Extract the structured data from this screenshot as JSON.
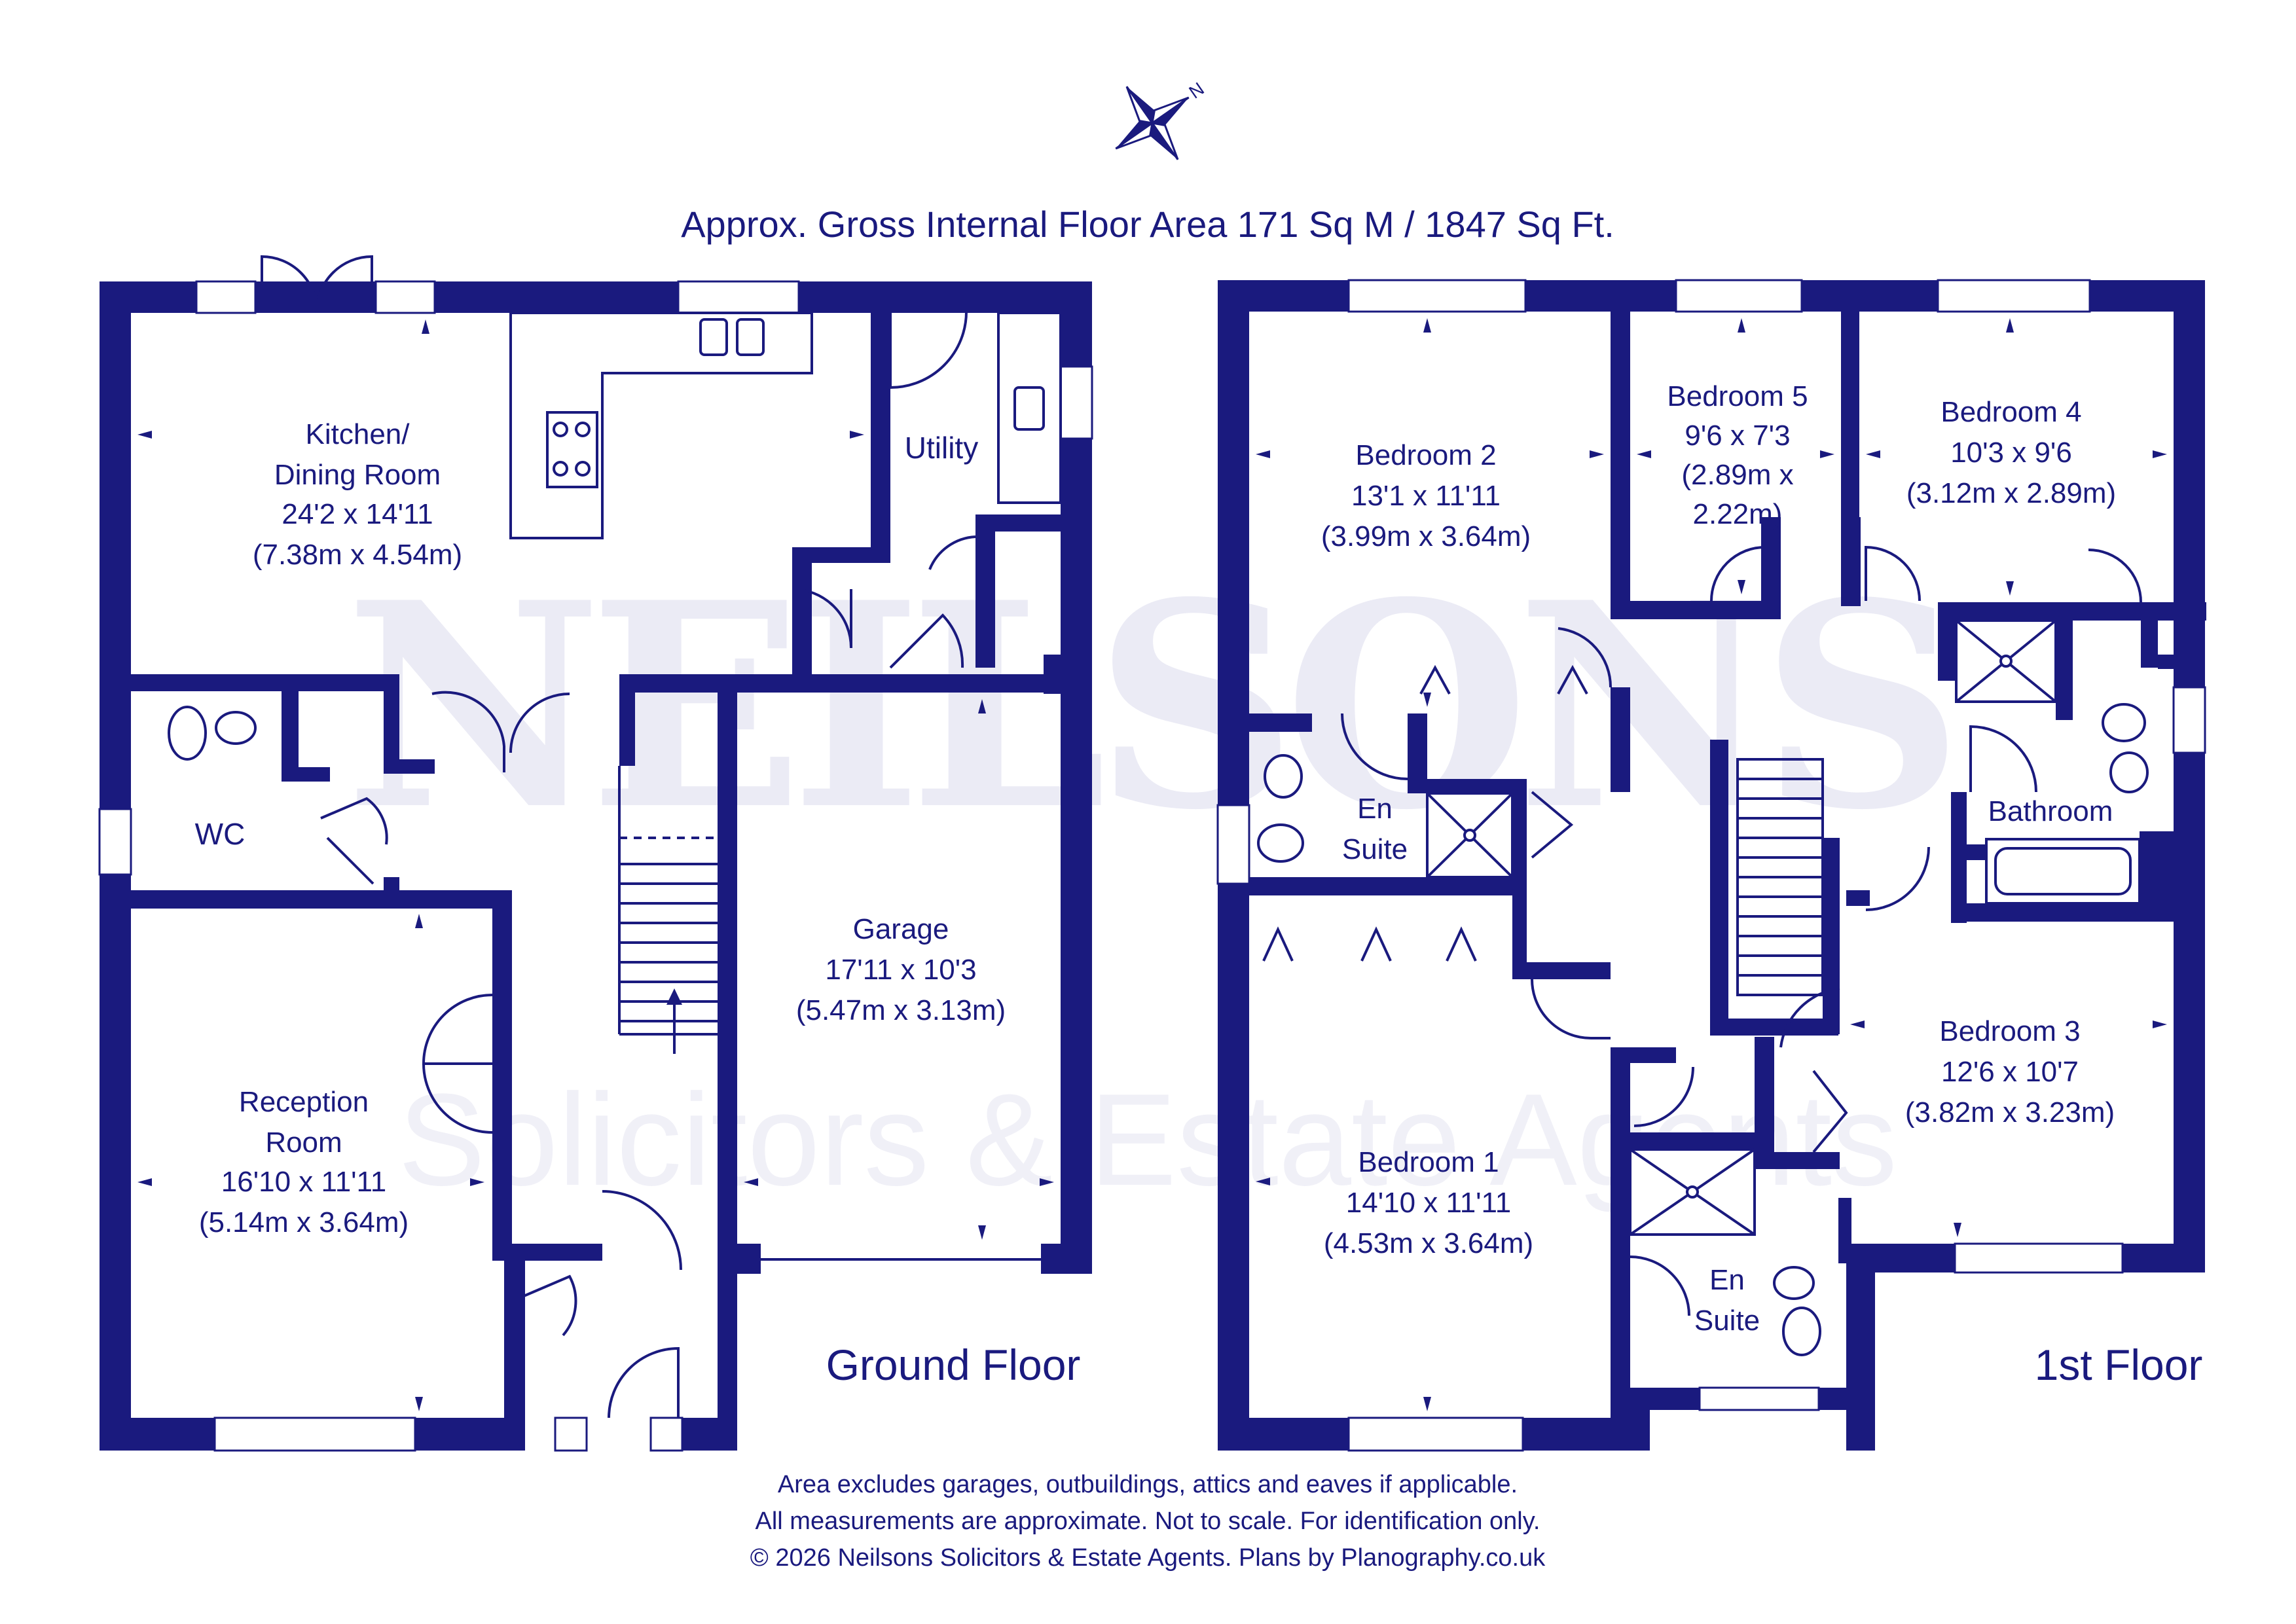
{
  "header": {
    "area_title": "Approx. Gross Internal Floor Area 171 Sq M / 1847 Sq Ft."
  },
  "compass": {
    "north_label": "N",
    "icon": "compass-rose-icon"
  },
  "watermark": {
    "brand": "NEILSONS",
    "tagline": "Solicitors & Estate Agents"
  },
  "ground_floor": {
    "label": "Ground Floor",
    "kitchen": {
      "name1": "Kitchen/",
      "name2": "Dining Room",
      "imperial": "24'2 x 14'11",
      "metric": "(7.38m x 4.54m)"
    },
    "utility": {
      "name": "Utility"
    },
    "wc": {
      "name": "WC"
    },
    "garage": {
      "name": "Garage",
      "imperial": "17'11 x 10'3",
      "metric": "(5.47m x 3.13m)"
    },
    "reception": {
      "name1": "Reception",
      "name2": "Room",
      "imperial": "16'10 x 11'11",
      "metric": "(5.14m x 3.64m)"
    }
  },
  "first_floor": {
    "label": "1st Floor",
    "bedroom2": {
      "name": "Bedroom 2",
      "imperial": "13'1 x 11'11",
      "metric": "(3.99m x 3.64m)"
    },
    "bedroom5": {
      "name": "Bedroom 5",
      "imperial": "9'6 x 7'3",
      "metric1": "(2.89m x",
      "metric2": "2.22m)"
    },
    "bedroom4": {
      "name": "Bedroom 4",
      "imperial": "10'3 x 9'6",
      "metric": "(3.12m x 2.89m)"
    },
    "ensuite_upper": {
      "name1": "En",
      "name2": "Suite"
    },
    "bathroom": {
      "name": "Bathroom"
    },
    "bedroom1": {
      "name": "Bedroom 1",
      "imperial": "14'10 x 11'11",
      "metric": "(4.53m x 3.64m)"
    },
    "bedroom3": {
      "name": "Bedroom 3",
      "imperial": "12'6 x 10'7",
      "metric": "(3.82m x 3.23m)"
    },
    "ensuite_lower": {
      "name1": "En",
      "name2": "Suite"
    }
  },
  "footer": {
    "line1": "Area excludes garages, outbuildings, attics and eaves if applicable.",
    "line2": "All measurements are approximate. Not to scale. For identification only.",
    "line3": "© 2026 Neilsons Solicitors & Estate Agents. Plans by Planography.co.uk"
  }
}
